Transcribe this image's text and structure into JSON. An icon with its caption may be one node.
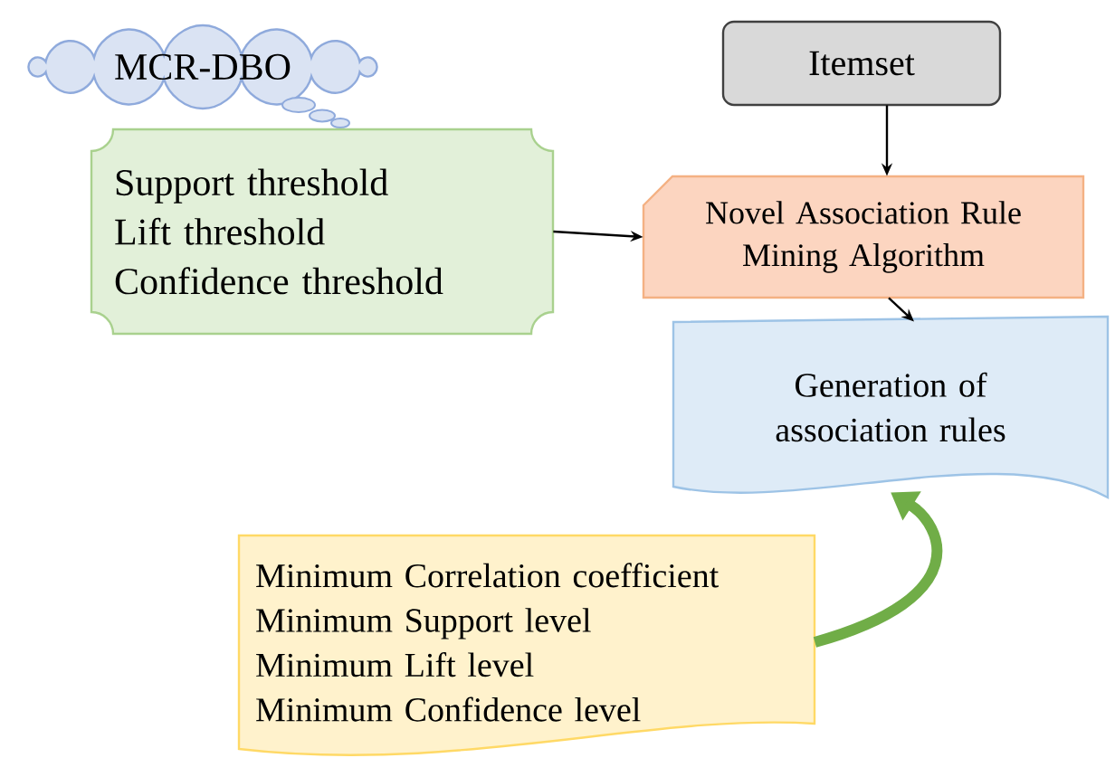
{
  "diagram": {
    "nodes": [
      {
        "text": [
          "MCR-DBO"
        ]
      },
      {
        "text": [
          "Support threshold",
          "Lift threshold",
          "Confidence threshold"
        ]
      },
      {
        "text": [
          "Itemset"
        ]
      },
      {
        "text": [
          "Novel Association Rule Mining Algorithm"
        ]
      },
      {
        "text": [
          "Generation of association rules"
        ]
      },
      {
        "text": [
          "Minimum Correlation coefficient",
          "Minimum Support level",
          "Minimum Lift level",
          "Minimum Confidence level"
        ]
      }
    ],
    "edges": [
      {
        "from": 1,
        "to": 3,
        "arrow": "to"
      },
      {
        "from": 2,
        "to": 3,
        "arrow": "to"
      },
      {
        "from": 3,
        "to": 4,
        "arrow": "to"
      },
      {
        "from": 5,
        "to": 4,
        "arrow": "to",
        "style": "thick",
        "color": "#70ad47"
      }
    ]
  }
}
